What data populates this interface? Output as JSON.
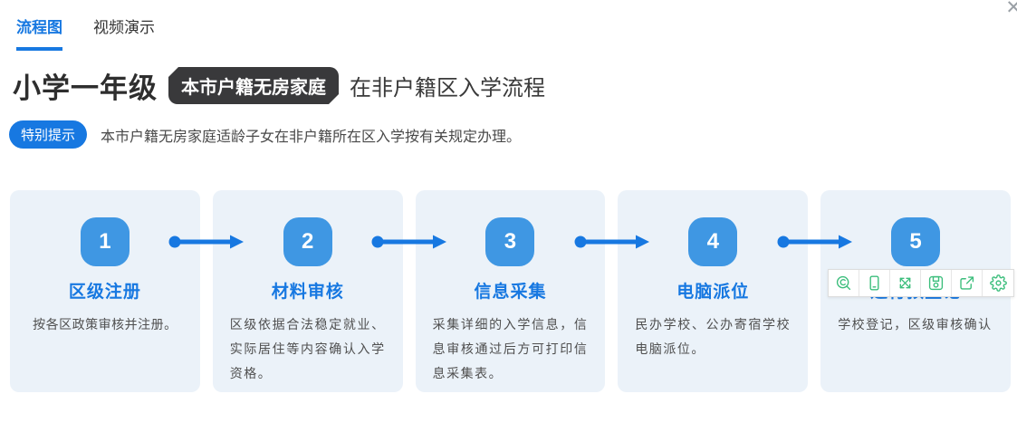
{
  "tabs": [
    {
      "label": "流程图",
      "active": true
    },
    {
      "label": "视频演示",
      "active": false
    }
  ],
  "close_label": "✕",
  "title": {
    "prefix": "小学一年级",
    "badge": "本市户籍无房家庭",
    "suffix": "在非户籍区入学流程"
  },
  "tip": {
    "label": "特别提示",
    "text": "本市户籍无房家庭适龄子女在非户籍所在区入学按有关规定办理。"
  },
  "steps": [
    {
      "num": "1",
      "title": "区级注册",
      "desc": "按各区政策审核并注册。"
    },
    {
      "num": "2",
      "title": "材料审核",
      "desc": "区级依据合法稳定就业、实际居住等内容确认入学资格。"
    },
    {
      "num": "3",
      "title": "信息采集",
      "desc": "采集详细的入学信息，信息审核通过后方可打印信息采集表。"
    },
    {
      "num": "4",
      "title": "电脑派位",
      "desc": "民办学校、公办寄宿学校电脑派位。"
    },
    {
      "num": "5",
      "title": "进行预登记",
      "desc": "学校登记，区级审核确认"
    }
  ],
  "toolbar": {
    "icons": [
      "search-zoom-icon",
      "tablet-icon",
      "expand-arrows-icon",
      "save-icon",
      "share-icon",
      "gear-icon"
    ]
  },
  "colors": {
    "accent": "#1778E1",
    "badgeBlue": "#3F97E3",
    "darkBadge": "#39393B",
    "cardBg": "#EBF2F9",
    "toolGreen": "#3CBE7C"
  }
}
